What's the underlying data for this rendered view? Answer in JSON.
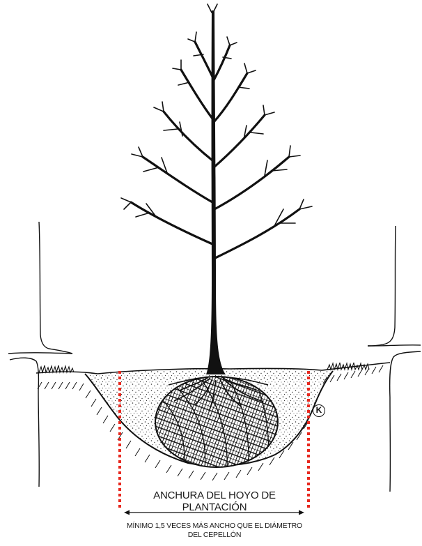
{
  "diagram": {
    "hole_width_label": "ANCHURA DEL HOYO DE PLANTACIÓN",
    "minimum_note_line1": "MÍNIMO 1,5 VECES MÁS ANCHO QUE EL DIÁMETRO",
    "minimum_note_line2": "DEL CEPELLÓN",
    "marker_letter": "K"
  },
  "colors": {
    "ink": "#111111",
    "guide_red": "#e8281e",
    "background": "#ffffff"
  }
}
